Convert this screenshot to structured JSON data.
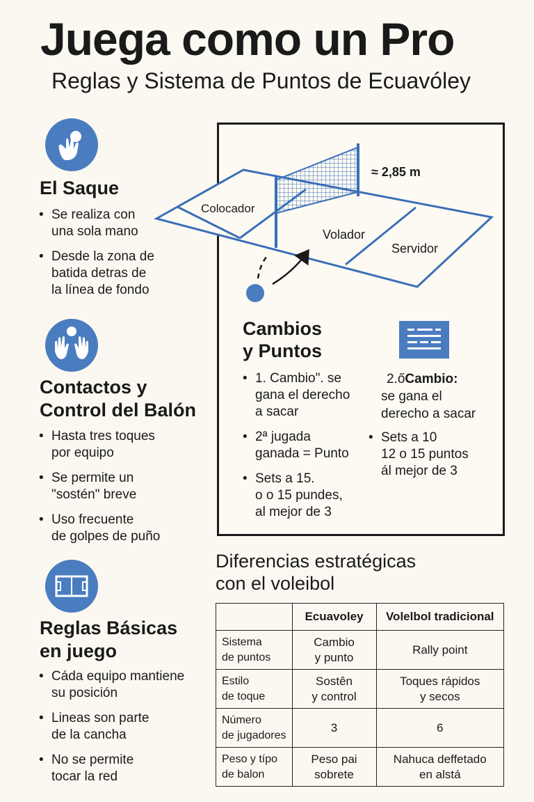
{
  "header": {
    "title": "Juega como un Pro",
    "subtitle": "Reglas y Sistema de Puntos de Ecuavóley"
  },
  "sections": {
    "saque": {
      "icon": "hand-serve-icon",
      "heading": "El Saque",
      "bullets": [
        [
          "Se realiza con",
          "una sola mano"
        ],
        [
          "Desde la zona de",
          "batida detras de",
          "la línea de fondo"
        ]
      ]
    },
    "contactos": {
      "icon": "two-hands-icon",
      "heading_lines": [
        "Contactos y",
        "Control del Balón"
      ],
      "bullets": [
        [
          "Hasta tres toques",
          "por equipo"
        ],
        [
          "Se permite un",
          "\"sostén\" breve"
        ],
        [
          "Uso frecuente",
          "de golpes de puño"
        ]
      ]
    },
    "reglas": {
      "icon": "court-icon",
      "heading_lines": [
        "Reglas Básicas",
        "en juego"
      ],
      "bullets": [
        [
          "Cáda equipo mantiene",
          "su posición"
        ],
        [
          "Lineas son parte",
          "de la cancha"
        ],
        [
          "No se permite",
          "tocar la red"
        ]
      ]
    }
  },
  "court": {
    "net_height": "≈ 2,85 m",
    "positions": [
      "Colocador",
      "Volador",
      "Servidor"
    ]
  },
  "cambios": {
    "heading_lines": [
      "Cambios",
      "y Puntos"
    ],
    "icon": "scoreboard-icon",
    "left_bullets": [
      [
        "1. Cambio\". se",
        "gana el derecho",
        "a sacar"
      ],
      [
        "2ª jugada",
        "ganada = Punto"
      ],
      [
        "Sets a 15.",
        "o o 15 pundes,",
        "al mejor de 3"
      ]
    ],
    "right_heading_num": "2.ő",
    "right_heading_word": "Cambio:",
    "right_lines": [
      "se gana el",
      "derecho a sacar"
    ],
    "right_bullets": [
      [
        "Sets a 10",
        "12 o 15 puntos",
        "ál mejor de 3"
      ]
    ]
  },
  "diferencias": {
    "heading_lines": [
      "Diferencias estratégicas",
      "con el voleibol"
    ],
    "headers": [
      "",
      "Ecuavoley",
      "Volelbol tradicional"
    ],
    "rows": [
      [
        [
          "Sistema",
          "de puntos"
        ],
        [
          "Cambio",
          "y punto"
        ],
        [
          "Rally point"
        ]
      ],
      [
        [
          "Estilo",
          "de toque"
        ],
        [
          "Sostên",
          "y control"
        ],
        [
          "Toques rápidos",
          "y secos"
        ]
      ],
      [
        [
          "Número",
          "de jugadores"
        ],
        [
          "3"
        ],
        [
          "6"
        ]
      ],
      [
        [
          "Peso y típo",
          "de balon"
        ],
        [
          "Peso pai",
          "sobrete"
        ],
        [
          "Nahuca deffetado",
          "en alstá"
        ]
      ]
    ]
  },
  "colors": {
    "accent_blue": "#4a7cc0",
    "court_line_blue": "#3a6fb8",
    "ink": "#1a1a1a",
    "background": "#fbf8f1"
  }
}
